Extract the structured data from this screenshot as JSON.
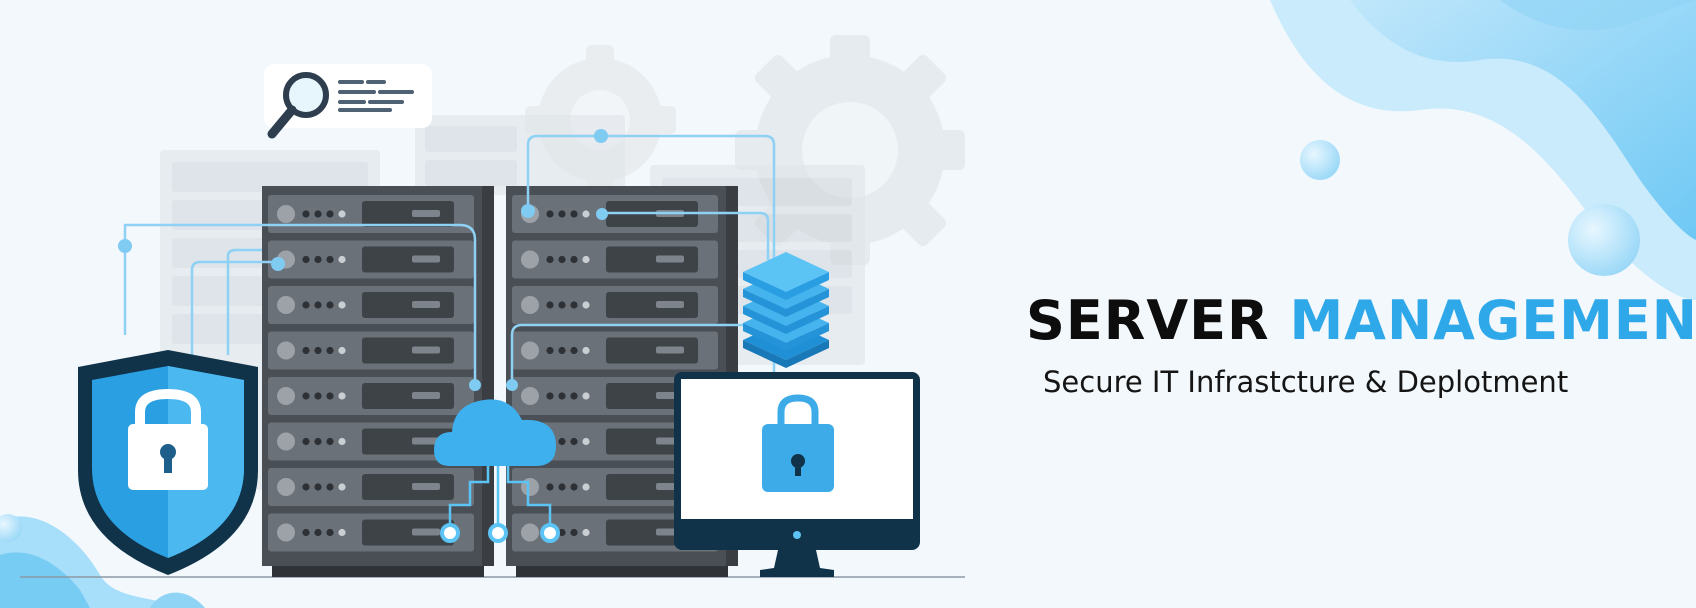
{
  "hero": {
    "title_part1": "SERVER",
    "title_part2": "MANAGEMENT",
    "subtitle": "Secure IT Infrastcture & Deplotment"
  },
  "colors": {
    "background": "#f2f8fc",
    "accent": "#2fa8ea",
    "rack_dark": "#4a4f55",
    "navy": "#0f2c43"
  },
  "icons": [
    "gear-icon",
    "magnifier-icon",
    "shield-lock-icon",
    "database-stack-icon",
    "cloud-icon",
    "padlock-icon",
    "monitor-icon"
  ]
}
